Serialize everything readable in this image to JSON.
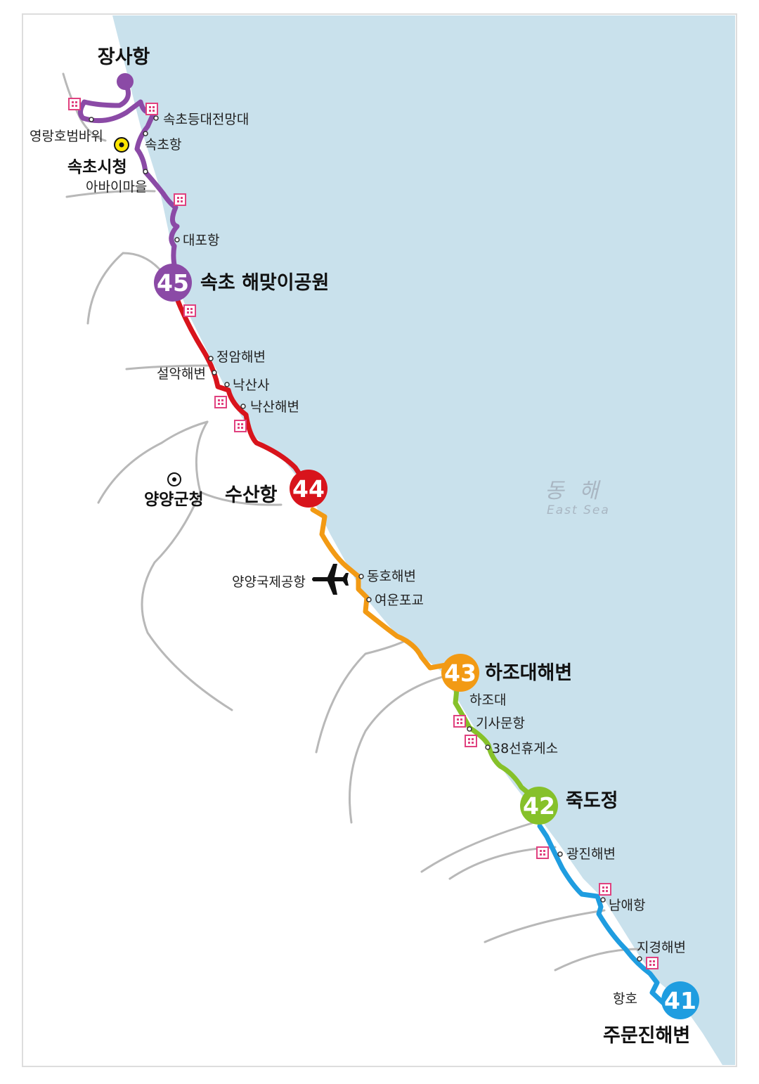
{
  "sea": {
    "name_ko": "동 해",
    "name_en": "East Sea"
  },
  "colors": {
    "sea": "#c9e1ec",
    "land": "#ffffff",
    "road": "#b8b8b8",
    "route_45": "#8b4aa6",
    "route_44": "#d8141c",
    "route_43": "#f29a14",
    "route_42": "#86c12a",
    "route_41": "#1f9de0",
    "toilet": "#e0417f"
  },
  "course_markers": [
    {
      "number": "45",
      "name": "속초 해맞이공원"
    },
    {
      "number": "44",
      "name": "수산항"
    },
    {
      "number": "43",
      "name": "하조대해변"
    },
    {
      "number": "42",
      "name": "죽도정"
    },
    {
      "number": "41",
      "name": "주문진해변"
    }
  ],
  "start_point": "장사항",
  "city_halls": [
    "속초시청",
    "양양군청"
  ],
  "airport": {
    "name": "양양국제공항",
    "icon": "airplane-icon"
  },
  "places": [
    "속초등대전망대",
    "영랑호범바위",
    "속초항",
    "아바이마을",
    "대포항",
    "정암해변",
    "설악해변",
    "낙산사",
    "낙산해변",
    "동호해변",
    "여운포교",
    "하조대",
    "기사문항",
    "38선휴게소",
    "광진해변",
    "남애항",
    "지경해변",
    "항호"
  ],
  "icons": {
    "toilet": "toilet-icon",
    "city_hall": "city-hall-icon",
    "place": "place-dot-icon"
  }
}
